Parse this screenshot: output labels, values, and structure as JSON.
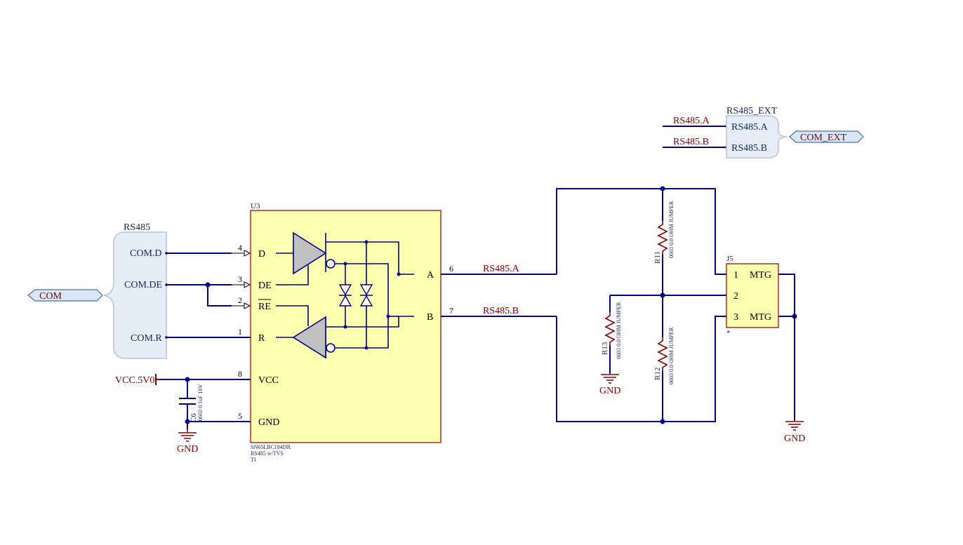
{
  "colors": {
    "wire": "#00008b",
    "net_label": "#800000",
    "ic_fill": "#ffffb0",
    "ic_border": "#8b0000",
    "harness_fill": "#e6edf7",
    "harness_stroke": "#b8c4d6",
    "port_stroke": "#4a6fa5"
  },
  "harness_left": {
    "title": "RS485",
    "entries": [
      "COM.D",
      "COM.DE",
      "COM.R"
    ],
    "port": "COM"
  },
  "harness_ext": {
    "title": "RS485_EXT",
    "entries": [
      "RS485.A",
      "RS485.B"
    ],
    "nets": [
      "RS485.A",
      "RS485.B"
    ],
    "port": "COM_EXT"
  },
  "ic": {
    "designator": "U3",
    "pins_left": [
      {
        "num": "4",
        "name": "D"
      },
      {
        "num": "3",
        "name": "DE"
      },
      {
        "num": "2",
        "name": "RE"
      },
      {
        "num": "1",
        "name": "R"
      },
      {
        "num": "8",
        "name": "VCC"
      },
      {
        "num": "5",
        "name": "GND"
      }
    ],
    "pins_right": [
      {
        "num": "6",
        "name": "A"
      },
      {
        "num": "7",
        "name": "B"
      }
    ],
    "footer": [
      "SN65LBC184DR",
      "RS485 w/TVS",
      "TI"
    ]
  },
  "nets": {
    "a": "RS485.A",
    "b": "RS485.B",
    "vcc": "VCC.5V0",
    "gnd": "GND"
  },
  "cap": {
    "designator": "C6",
    "value": "0603 0.1uF 16V"
  },
  "resistors": [
    {
      "designator": "R11",
      "value": "0603 0.0 OHM JUMPER"
    },
    {
      "designator": "R12",
      "value": "0603 0.0 OHM JUMPER"
    },
    {
      "designator": "R13",
      "value": "0603 0.0 OHM JUMPER"
    }
  ],
  "connector": {
    "designator": "J5",
    "pins": [
      {
        "num": "1",
        "name": "MTG"
      },
      {
        "num": "2",
        "name": ""
      },
      {
        "num": "3",
        "name": "MTG"
      }
    ],
    "marker": "*"
  }
}
